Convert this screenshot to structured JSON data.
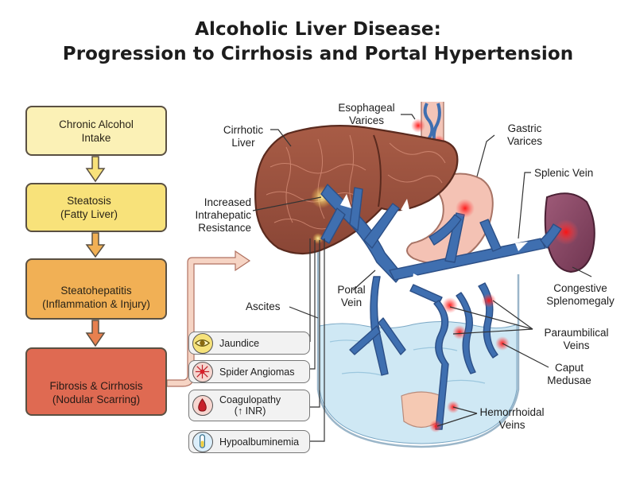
{
  "title": {
    "line1": "Alcoholic Liver Disease:",
    "line2": "Progression to Cirrhosis and Portal Hypertension"
  },
  "stages": [
    {
      "line1": "Chronic Alcohol",
      "line2": "Intake",
      "color": "#fbf1b6"
    },
    {
      "line1": "Steatosis",
      "line2": "(Fatty Liver)",
      "color": "#f8e27a"
    },
    {
      "line1": "Steatohepatitis",
      "line2": "(Inflammation & Injury)",
      "color": "#f1b055"
    },
    {
      "line1": "Fibrosis & Cirrhosis",
      "line2": "(Nodular Scarring)",
      "color": "#df6a52"
    }
  ],
  "labels": {
    "esophageal_varices": {
      "line1": "Esophageal",
      "line2": "Varices"
    },
    "gastric_varices": {
      "line1": "Gastric",
      "line2": "Varices"
    },
    "cirrhotic_liver": {
      "line1": "Cirrhotic",
      "line2": "Liver"
    },
    "splenic_vein": "Splenic Vein",
    "intrahepatic_resistance": {
      "line1": "Increased",
      "line2": "Intrahepatic",
      "line3": "Resistance"
    },
    "portal_vein": {
      "line1": "Portal",
      "line2": "Vein"
    },
    "congestive_splenomegaly": {
      "line1": "Congestive",
      "line2": "Splenomegaly"
    },
    "ascites": "Ascites",
    "paraumbilical_veins": {
      "line1": "Paraumbilical",
      "line2": "Veins"
    },
    "caput_medusae": {
      "line1": "Caput",
      "line2": "Medusae"
    },
    "hemorrhoidal_veins": {
      "line1": "Hemorrhoidal",
      "line2": "Veins"
    }
  },
  "signs": [
    {
      "line1": "Jaundice",
      "line2": "",
      "icon": "eye-icon"
    },
    {
      "line1": "Spider Angiomas",
      "line2": "",
      "icon": "spider-angioma-icon"
    },
    {
      "line1": "Coagulopathy",
      "line2": "(↑ INR)",
      "icon": "blood-drop-icon"
    },
    {
      "line1": "Hypoalbuminemia",
      "line2": "",
      "icon": "test-tube-icon"
    }
  ],
  "colors": {
    "liver": "#9a5442",
    "vein": "#3f6fb0",
    "stomach": "#f4c2b4",
    "spleen": "#8b4a66",
    "ascites": "#bfe0f0",
    "hotspot": "#e8202a"
  }
}
